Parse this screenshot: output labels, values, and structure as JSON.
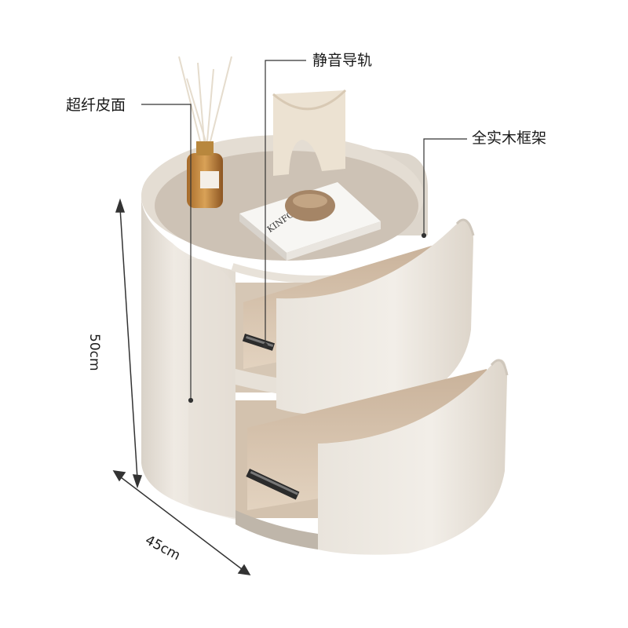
{
  "callouts": {
    "leather": "超纤皮面",
    "rail": "静音导轨",
    "frame": "全实木框架"
  },
  "dimensions": {
    "height": "50cm",
    "depth": "45cm"
  },
  "props": {
    "book_title": "KINFOLK"
  },
  "colors": {
    "shell": "#e9e3da",
    "shell_shadow": "#cfc7bc",
    "top_surface": "#cec3b6",
    "wood_interior": "#d8c4ad",
    "line": "#333333"
  }
}
